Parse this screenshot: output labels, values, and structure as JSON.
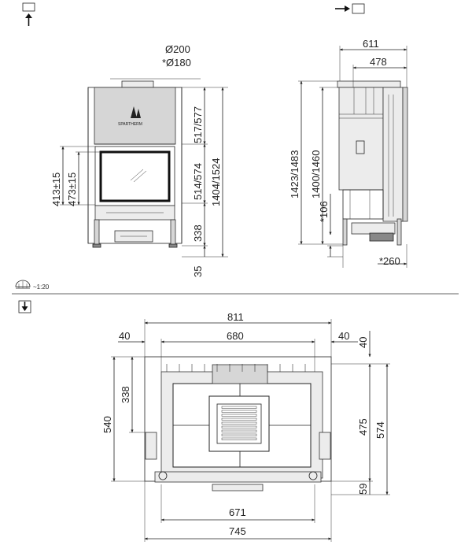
{
  "icons": {
    "front_view": "front-view-icon",
    "side_view": "side-view-icon",
    "top_view": "top-view-icon",
    "scale": "scale-icon"
  },
  "scale_label": "~1:20",
  "logo_text": "SPARTHERM",
  "front": {
    "flue_dia": "Ø200",
    "flue_dia_alt": "*Ø180",
    "dim_upper": "517/577",
    "dim_total": "1404/1524",
    "dim_mid": "514/574",
    "dim_lower": "338",
    "dim_base": "35",
    "dim_left_outer": "413±15",
    "dim_left_inner": "473±15"
  },
  "side": {
    "dim_depth_total": "611",
    "dim_depth_body": "478",
    "dim_height_outer": "1423/1483",
    "dim_height_inner": "1400/1460",
    "dim_offset": "*106",
    "dim_foot": "*260"
  },
  "top": {
    "dim_overall": "811",
    "dim_inner": "680",
    "dim_left_gap": "40",
    "dim_right_gap": "40",
    "dim_right_top": "40",
    "dim_left_depth": "338",
    "dim_left_outer": "540",
    "dim_right_depth": "475",
    "dim_right_total": "574",
    "dim_right_front": "59",
    "dim_bottom_inner": "671",
    "dim_bottom_outer": "745"
  }
}
